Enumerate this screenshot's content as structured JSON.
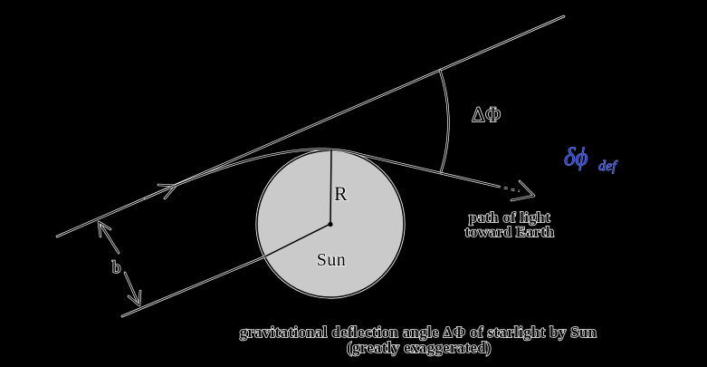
{
  "figure": {
    "background_color": "#000000",
    "line_core_color": "#000000",
    "line_halo_color": "#ffffff",
    "sun": {
      "label": "Sun",
      "radius_label": "R",
      "fill_color": "#cacaca"
    },
    "labels": {
      "deflection_angle": "ΔΦ",
      "deflection_math_main": "δϕ",
      "deflection_math_sub": "def",
      "deflection_math_color": "#2c3fd0",
      "impact_parameter": "b",
      "path_note_line1": "path of light",
      "path_note_line2": "toward Earth"
    },
    "caption": {
      "line1": "gravitational deflection angle ΔΦ  of starlight by Sun",
      "line2": "(greatly exaggerated)"
    }
  }
}
